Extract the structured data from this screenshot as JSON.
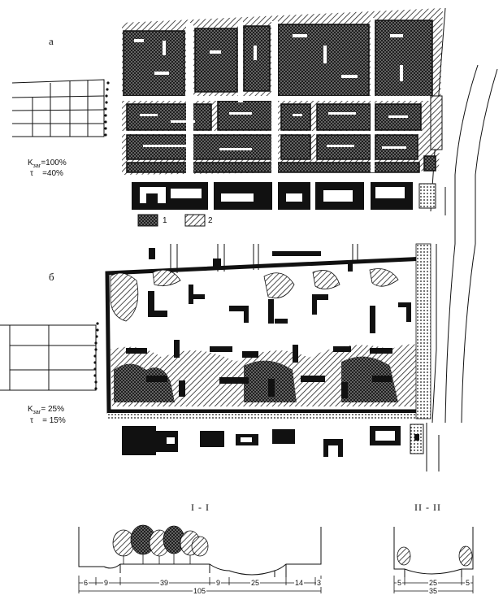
{
  "panel_a": {
    "label": "а",
    "k_label": "K",
    "k_sub": "заг",
    "k_value": "=100%",
    "tau_label": "τ",
    "tau_value": "=40%",
    "legend": [
      {
        "num": "1",
        "pattern": "crosshatch"
      },
      {
        "num": "2",
        "pattern": "diagonal-hatch"
      }
    ]
  },
  "panel_b": {
    "label": "б",
    "k_label": "K",
    "k_sub": "заг",
    "k_value": "= 25%",
    "tau_label": "τ",
    "tau_value": "= 15%"
  },
  "section_1": {
    "title": "I - I",
    "dims": [
      "6",
      "9",
      "39",
      "9",
      "25",
      "14",
      "3"
    ],
    "total": "105"
  },
  "section_2": {
    "title": "II - II",
    "dims": [
      "5",
      "25",
      "5"
    ],
    "total": "35"
  }
}
